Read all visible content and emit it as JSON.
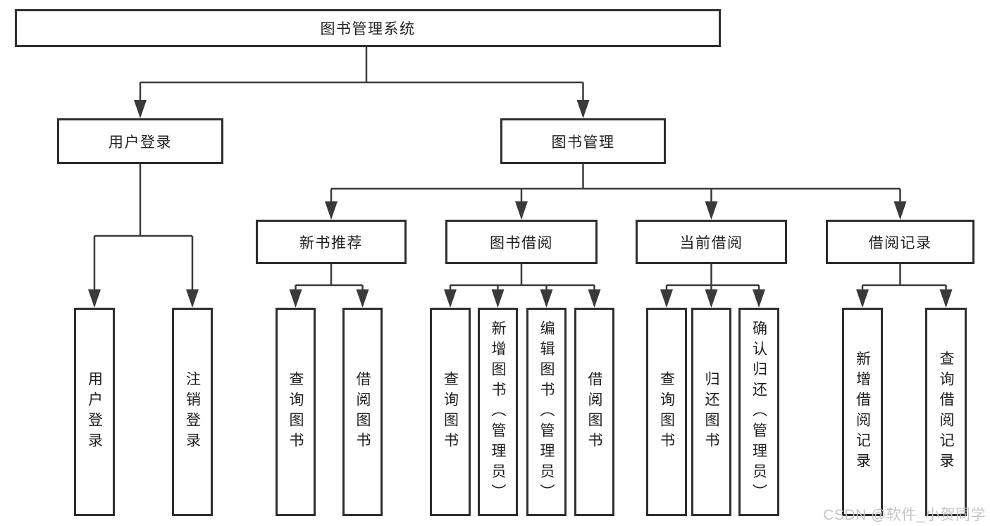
{
  "colors": {
    "background": "#ffffff",
    "line": "#3a3a3a",
    "border": "#2e2e2e",
    "text": "#1f1f1f",
    "watermark": "#c4c4c8"
  },
  "watermark": {
    "text": "CSDN @软件_小贺同学"
  },
  "diagram": {
    "type": "hierarchy-tree",
    "root": {
      "label": "图书管理系统"
    },
    "nodes": [
      {
        "label": "用户登录",
        "children": [
          "用户登录",
          "注销登录"
        ]
      },
      {
        "label": "图书管理",
        "children": [
          {
            "label": "新书推荐",
            "children": [
              "查询图书",
              "借阅图书"
            ]
          },
          {
            "label": "图书借阅",
            "children": [
              "查询图书",
              "新增图书（管理员）",
              "编辑图书（管理员）",
              "借阅图书"
            ]
          },
          {
            "label": "当前借阅",
            "children": [
              "查询图书",
              "归还图书",
              "确认归还（管理员）"
            ]
          },
          {
            "label": "借阅记录",
            "children": [
              "新增借阅记录",
              "查询借阅记录"
            ]
          }
        ]
      }
    ]
  }
}
